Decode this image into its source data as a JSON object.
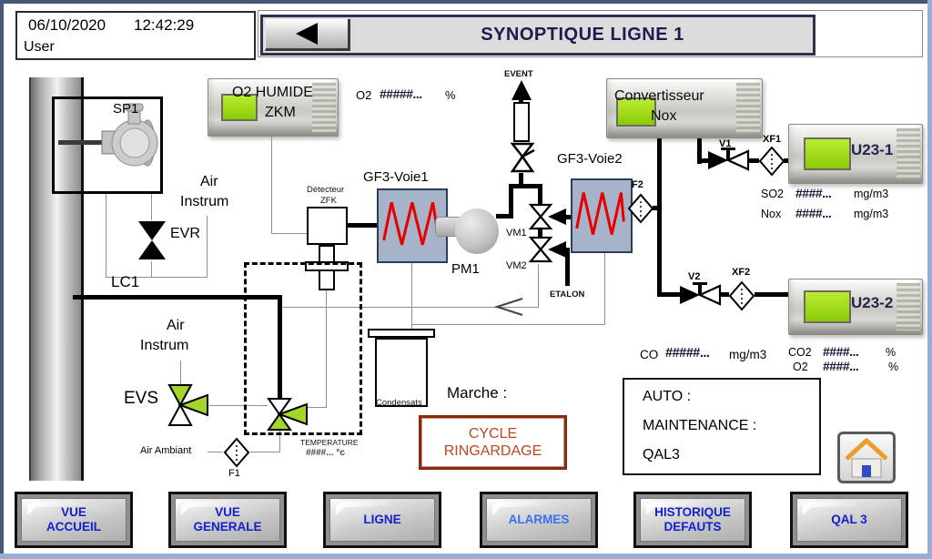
{
  "frame": {
    "date": "06/10/2020",
    "time": "12:42:29",
    "user": "User",
    "title": "SYNOPTIQUE LIGNE 1"
  },
  "devices": {
    "zkm": {
      "line1": "O2 HUMIDE",
      "line2": "ZKM"
    },
    "converter": {
      "line1": "Convertisseur",
      "line2": "Nox"
    },
    "u23_1": "U23-1",
    "u23_2": "U23-2",
    "detector": {
      "line1": "Détecteur",
      "line2": "ZFK"
    },
    "gf3_voie1": "GF3-Voie1",
    "gf3_voie2": "GF3-Voie2",
    "pump": "PM1",
    "probe": "SP1"
  },
  "valves": {
    "evr": "EVR",
    "evs": "EVS",
    "vm1": "VM1",
    "vm2": "VM2",
    "v1": "V1",
    "v2": "V2"
  },
  "filters": {
    "f1": "F1",
    "f2": "F2",
    "xf1": "XF1",
    "xf2": "XF2"
  },
  "lines_labels": {
    "lc1": "LC1",
    "event": "EVENT",
    "etalon": "ETALON",
    "air_1": "Air",
    "air_2": "Instrum",
    "air_ambiant": "Air Ambiant",
    "condensats": "Condensats"
  },
  "readings": {
    "o2_top": {
      "label": "O2",
      "value": "#####...",
      "unit": "%"
    },
    "so2": {
      "label": "SO2",
      "value": "####...",
      "unit": "mg/m3"
    },
    "nox": {
      "label": "Nox",
      "value": "####...",
      "unit": "mg/m3"
    },
    "co": {
      "label": "CO",
      "value": "#####...",
      "unit": "mg/m3"
    },
    "co2": {
      "label": "CO2",
      "value": "####...",
      "unit": "%"
    },
    "o2_bottom": {
      "label": "O2",
      "value": "####...",
      "unit": "%"
    },
    "temperature": {
      "label": "TEMPERATURE",
      "value": "####... °c"
    }
  },
  "status": {
    "marche": "Marche :",
    "auto": "AUTO :",
    "maintenance": "MAINTENANCE :",
    "qal3": "QAL3",
    "cycle_line1": "CYCLE",
    "cycle_line2": "RINGARDAGE"
  },
  "nav": {
    "accueil1": "VUE",
    "accueil2": "ACCUEIL",
    "generale1": "VUE",
    "generale2": "GENERALE",
    "ligne": "LIGNE",
    "alarmes": "ALARMES",
    "historique1": "HISTORIQUE",
    "historique2": "DEFAUTS",
    "qal3": "QAL 3"
  },
  "colors": {
    "title_text": "#1c1c50",
    "button_text": "#1420cf",
    "alarm_button_text": "#3a6ff2",
    "cycle_text": "#bc4622",
    "cycle_border": "#8a2a0c",
    "heated_line_zigzag": "#e60000",
    "valve_green": "#a2d629",
    "device_screen_green": "#9ed60a",
    "value_text": "#14143c",
    "frame_dark": "#4a5778",
    "frame_light": "#98aed6"
  }
}
